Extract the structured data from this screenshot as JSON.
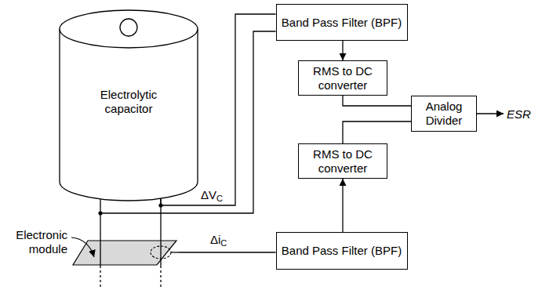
{
  "diagram": {
    "nodes": [
      {
        "text": [
          "Electrolytic capacitor"
        ]
      },
      {
        "text": [
          "Band Pass Filter (BPF)"
        ]
      },
      {
        "text": [
          "RMS to DC converter"
        ]
      },
      {
        "text": [
          "Analog Divider"
        ]
      },
      {
        "text": [
          "RMS to DC converter"
        ]
      },
      {
        "text": [
          "Band Pass Filter (BPF)"
        ]
      },
      {
        "text": [
          "Electronic module"
        ]
      }
    ],
    "edges": [
      {
        "from": 0,
        "to": 1,
        "arrow": "none"
      },
      {
        "from": 1,
        "to": 2,
        "arrow": "to"
      },
      {
        "from": 2,
        "to": 3,
        "arrow": "none"
      },
      {
        "from": 5,
        "to": 4,
        "arrow": "to"
      },
      {
        "from": 4,
        "to": 3,
        "arrow": "none"
      },
      {
        "from": 6,
        "to": 5,
        "arrow": "none"
      }
    ],
    "labels": [
      "ΔVC",
      "ΔiC",
      "ESR"
    ]
  }
}
